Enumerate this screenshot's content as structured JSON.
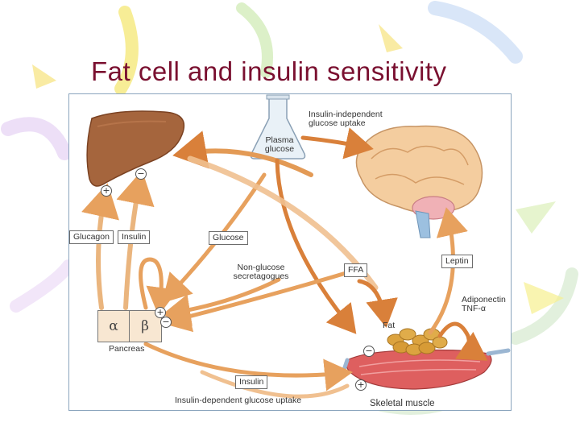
{
  "slide": {
    "title": "Fat cell and insulin sensitivity"
  },
  "diagram": {
    "flask_label": "Plasma glucose",
    "insulin_independent_uptake_label": "Insulin-independent glucose uptake",
    "glucagon_label": "Glucagon",
    "insulin_top_label": "Insulin",
    "glucose_label": "Glucose",
    "non_glucose_label": "Non-glucose secretagogues",
    "ffa_label": "FFA",
    "leptin_label": "Leptin",
    "adiponectin_label": "Adiponectin TNF-α",
    "fat_label": "Fat",
    "alpha_label": "α",
    "beta_label": "β",
    "pancreas_label": "Pancreas",
    "insulin_bottom_label": "Insulin",
    "insulin_dependent_uptake_label": "Insulin-dependent glucose uptake",
    "skeletal_muscle_label": "Skeletal muscle",
    "plus": "+",
    "minus": "−"
  },
  "colors": {
    "title": "#7a1030",
    "arrow": "#e8a05a",
    "arrow_dark": "#d9803a",
    "liver": "#a0623a",
    "brain": "#f2c89a",
    "muscle": "#d9585a",
    "fat": "#d9a23a"
  },
  "background_decoration": "pastel confetti streaks"
}
